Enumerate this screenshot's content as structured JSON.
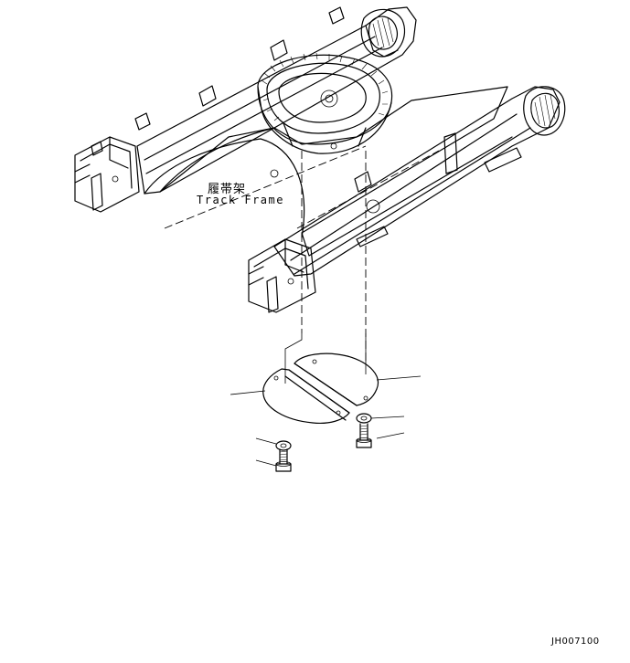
{
  "labels": {
    "part_cn": "履帯架",
    "part_en": "Track Frame",
    "drawing_code": "JH007100"
  },
  "components": [
    {
      "name": "track-frame"
    },
    {
      "name": "cover-plate-left"
    },
    {
      "name": "cover-plate-right"
    },
    {
      "name": "washer-left"
    },
    {
      "name": "washer-right"
    },
    {
      "name": "bolt-left"
    },
    {
      "name": "bolt-right"
    }
  ]
}
